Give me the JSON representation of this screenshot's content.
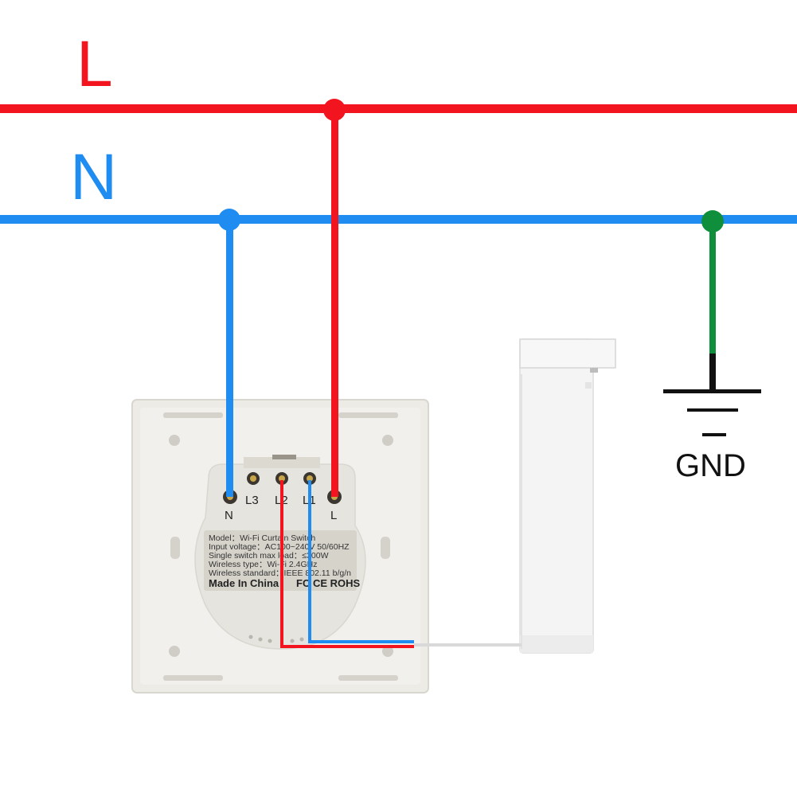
{
  "labels": {
    "live": "L",
    "neutral": "N",
    "ground": "GND"
  },
  "terminals": {
    "n": "N",
    "l3": "L3",
    "l2": "L2",
    "l1": "L1",
    "l": "L"
  },
  "nameplate": {
    "line1": "Model：Wi-Fi Curtain Switch",
    "line2": "Input voltage：AC100~240V  50/60HZ",
    "line3": "Single switch max load：≤300W",
    "line4": "Wireless type：Wi-Fi 2.4GHz",
    "line5": "Wireless standard：IEEE 802.11 b/g/n",
    "made_in": "Made In China",
    "certs": "FC CE ROHS"
  },
  "colors": {
    "live": "#f2141e",
    "neutral": "#1e8cf0",
    "ground": "#0f8f3c",
    "black": "#111111"
  }
}
